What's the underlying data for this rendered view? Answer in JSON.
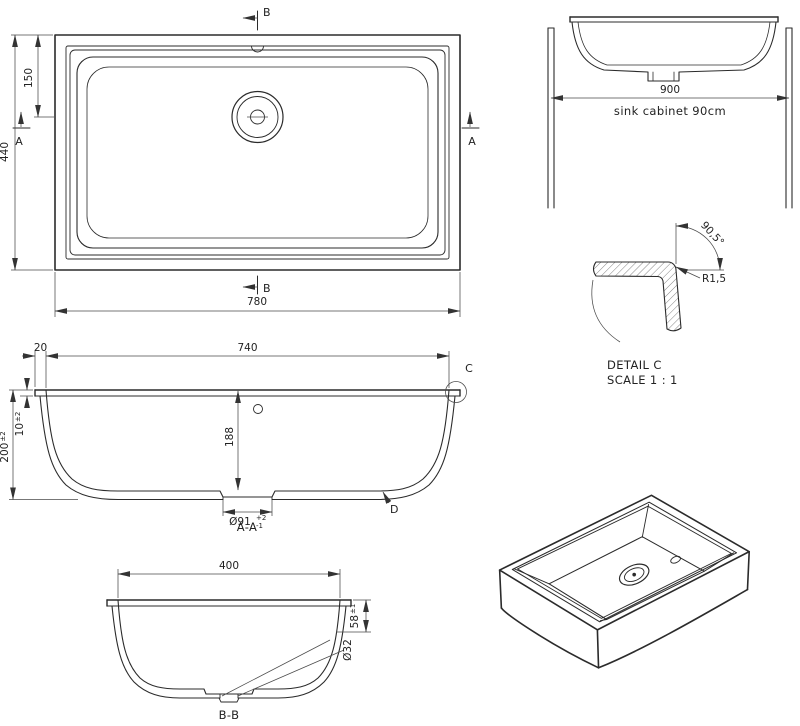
{
  "colors": {
    "ink": "#2b2b2b",
    "background": "#ffffff"
  },
  "plan": {
    "dim_width": "780",
    "dim_height": "440",
    "dim_drain_offset": "150",
    "section_b_label": "B",
    "section_a_label": "A"
  },
  "cabinet": {
    "dim_width": "900",
    "caption": "sink cabinet 90cm"
  },
  "detail_c": {
    "angle": "90,5°",
    "radius": "R1,5",
    "title": "DETAIL C",
    "scale": "SCALE 1 : 1"
  },
  "section_aa": {
    "dim_top_inner": "740",
    "dim_flange": "20",
    "dim_rim": {
      "value": "10",
      "tol": "±2"
    },
    "dim_depth": {
      "value": "200",
      "tol": "±2"
    },
    "dim_inner_depth": "188",
    "dim_drain": {
      "value": "Ø91",
      "tol_plus": "+2",
      "tol_minus": "-1"
    },
    "marker_c": "C",
    "marker_d": "D",
    "caption": "A-A"
  },
  "section_bb": {
    "dim_top_inner": "400",
    "dim_overflow": {
      "value": "58",
      "tol": "±1"
    },
    "dim_drain_hole": "Ø32",
    "caption": "B-B"
  }
}
